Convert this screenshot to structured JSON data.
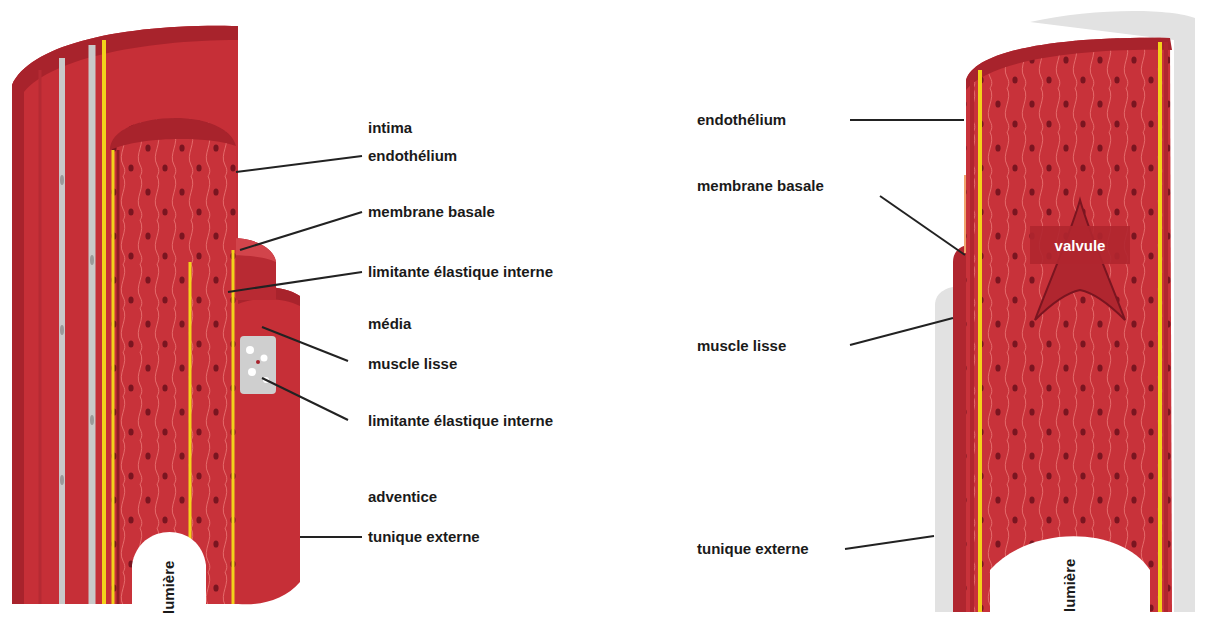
{
  "diagram": {
    "labels": [
      "intima",
      "endothélium",
      "membrane basale",
      "limitante élastique interne",
      "média",
      "muscle lisse",
      "limitante élastique interne",
      "adventice",
      "tunique externe",
      "lumière",
      "endothélium",
      "membrane basale",
      "valvule",
      "muscle lisse",
      "tunique externe",
      "lumière"
    ]
  }
}
